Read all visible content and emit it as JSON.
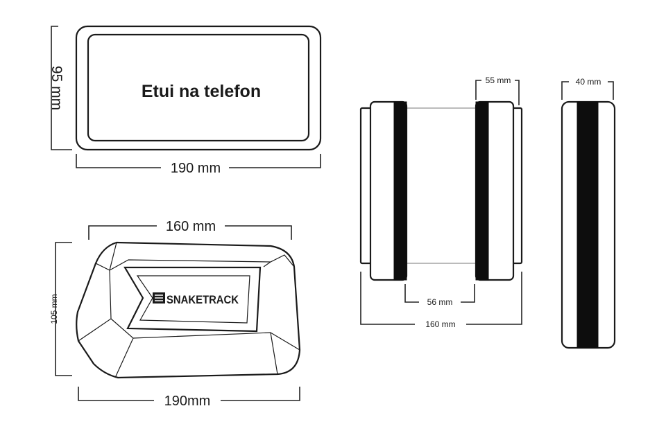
{
  "case_label": "Etui na telefon",
  "case_dims": {
    "width": "190 mm",
    "height": "95 mm"
  },
  "body_dims": {
    "width_top": "160 mm",
    "width_bottom": "190mm",
    "height": "105 mm"
  },
  "logo": {
    "text": "SNAKETRACK"
  },
  "side_dims": {
    "top_right": "55 mm",
    "gap": "56 mm",
    "total": "160 mm"
  },
  "end_dims": {
    "width": "40 mm"
  },
  "colors": {
    "line": "#1a1a1a",
    "band": "#0d0d0d",
    "background": "#ffffff"
  }
}
